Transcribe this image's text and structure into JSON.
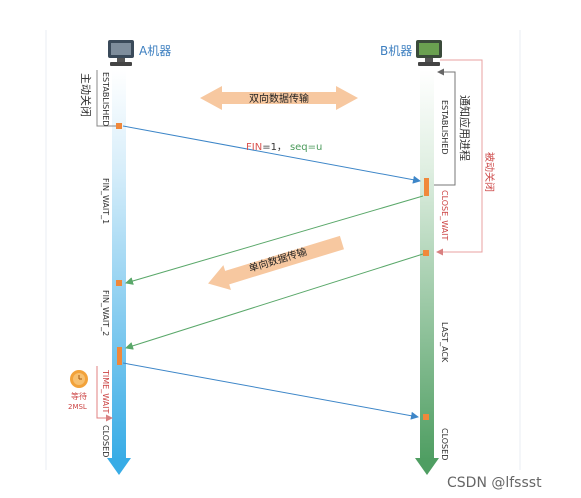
{
  "hosts": {
    "a_label": "A机器",
    "b_label": "B机器"
  },
  "a_states": {
    "established": "ESTABLISHED",
    "fin_wait_1": "FIN_WAIT_1",
    "fin_wait_2": "FIN_WAIT_2",
    "time_wait": "TIME_WAIT",
    "closed": "CLOSED"
  },
  "b_states": {
    "established": "ESTABLISHED",
    "close_wait": "CLOSE_WAIT",
    "last_ack": "LAST_ACK",
    "closed": "CLOSED"
  },
  "annotations": {
    "active_close": "主动关闭",
    "passive_close": "被动关闭",
    "notify_app": "通知应用进程",
    "wait_label": "等待",
    "wait_duration": "2MSL"
  },
  "arrows": {
    "bidirectional": "双向数据传输",
    "unidirectional": "单向数据传输"
  },
  "segments": {
    "fin_part": "FIN",
    "fin_value": "=1，",
    "seq_part": "seq=u"
  },
  "watermark": "CSDN @lfssst",
  "colors": {
    "a_line": "#3db0e6",
    "b_line": "#5fa86f",
    "fin_red": "#d9534f",
    "seq_green": "#4a9a5a",
    "close_red": "#cc4444",
    "orange_arrow": "#f7c8a0",
    "marker": "#f0883a"
  }
}
